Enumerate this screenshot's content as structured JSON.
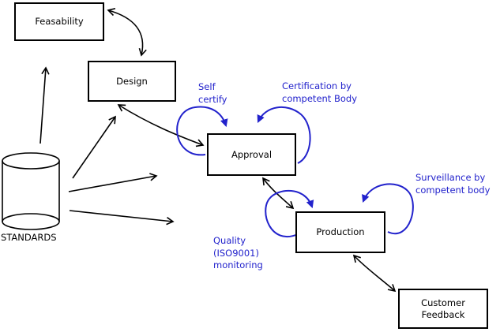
{
  "diagram": {
    "title": "Product lifecycle / standards conformance diagram",
    "background_color": "#ffffff",
    "line_color": "#000000",
    "annotation_color": "#2222cc",
    "nodes": [
      {
        "id": "feasability",
        "label": "Feasability",
        "shape": "rect"
      },
      {
        "id": "design",
        "label": "Design",
        "shape": "rect"
      },
      {
        "id": "approval",
        "label": "Approval",
        "shape": "rect"
      },
      {
        "id": "production",
        "label": "Production",
        "shape": "rect"
      },
      {
        "id": "customer-feedback",
        "label": "Customer\nFeedback",
        "shape": "rect"
      },
      {
        "id": "standards",
        "label": "STANDARDS",
        "shape": "cylinder"
      }
    ],
    "annotations": [
      {
        "id": "self-certify",
        "label": "Self\ncertify",
        "attached_to": "approval"
      },
      {
        "id": "certification",
        "label": "Certification by\ncompetent Body",
        "attached_to": "approval"
      },
      {
        "id": "surveillance",
        "label": "Surveillance by\ncompetent body",
        "attached_to": "production"
      },
      {
        "id": "quality",
        "label": "Quality\n(ISO9001)\nmonitoring",
        "attached_to": "production"
      }
    ],
    "edges": [
      {
        "from": "feasability",
        "to": "design",
        "style": "double-arrow-curved"
      },
      {
        "from": "design",
        "to": "approval",
        "style": "double-arrow-curved"
      },
      {
        "from": "approval",
        "to": "production",
        "style": "double-arrow"
      },
      {
        "from": "production",
        "to": "customer-feedback",
        "style": "double-arrow"
      },
      {
        "from": "standards",
        "to": "feasability",
        "style": "arrow"
      },
      {
        "from": "standards",
        "to": "design",
        "style": "arrow"
      },
      {
        "from": "standards",
        "to": "approval",
        "style": "arrow"
      },
      {
        "from": "standards",
        "to": "production",
        "style": "arrow"
      },
      {
        "node": "approval",
        "type": "self-loop",
        "label_id": "self-certify"
      },
      {
        "node": "approval",
        "type": "self-loop",
        "label_id": "certification"
      },
      {
        "node": "production",
        "type": "self-loop",
        "label_id": "quality"
      },
      {
        "node": "production",
        "type": "self-loop",
        "label_id": "surveillance"
      }
    ]
  }
}
